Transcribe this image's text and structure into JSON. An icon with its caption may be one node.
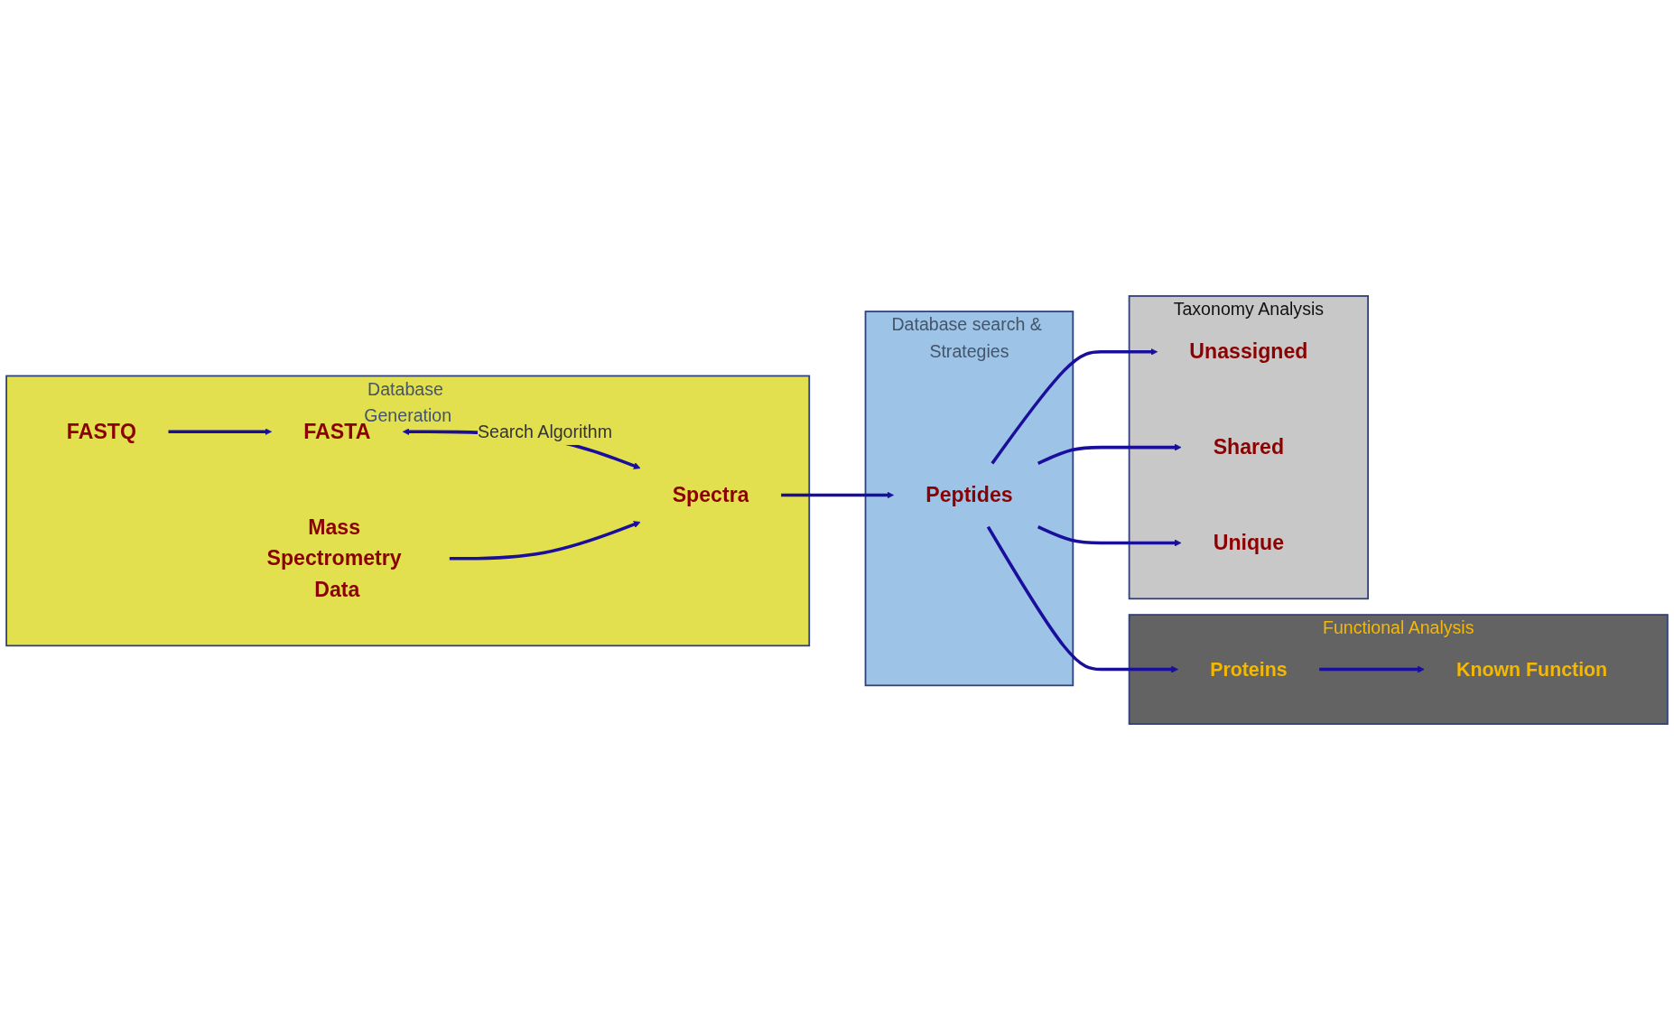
{
  "diagram": {
    "nodes": [
      {
        "text": [
          "Database Generation"
        ]
      },
      {
        "text": [
          "FASTQ"
        ],
        "in": 0
      },
      {
        "text": [
          "FASTA"
        ],
        "in": 0
      },
      {
        "text": [
          "Spectra"
        ],
        "in": 0
      },
      {
        "text": [
          "Mass Spectrometry Data"
        ],
        "in": 0
      },
      {
        "text": [
          "Database search & Strategies"
        ]
      },
      {
        "text": [
          "Peptides"
        ],
        "in": 5
      },
      {
        "text": [
          "Functional Analysis"
        ]
      },
      {
        "text": [
          "Known Function"
        ],
        "in": 7
      },
      {
        "text": [
          "Proteins"
        ],
        "in": 7
      },
      {
        "text": [
          "Taxonomy Analysis"
        ]
      },
      {
        "text": [
          "Unassigned"
        ],
        "in": 10
      },
      {
        "text": [
          "Shared"
        ],
        "in": 10
      },
      {
        "text": [
          "Unique"
        ],
        "in": 10
      }
    ],
    "edges": [
      {
        "from": 1,
        "to": 2,
        "arrow": "to"
      },
      {
        "from": 2,
        "to": 3,
        "arrow": "both",
        "label": "Search Algorithm"
      },
      {
        "from": 4,
        "to": 3,
        "arrow": "to"
      },
      {
        "from": 3,
        "to": 6,
        "arrow": "to"
      },
      {
        "from": 6,
        "to": 9,
        "arrow": "to"
      },
      {
        "from": 9,
        "to": 8,
        "arrow": "to"
      },
      {
        "from": 6,
        "to": 13,
        "arrow": "to"
      },
      {
        "from": 6,
        "to": 12,
        "arrow": "to"
      },
      {
        "from": 6,
        "to": 11,
        "arrow": "to"
      }
    ]
  }
}
